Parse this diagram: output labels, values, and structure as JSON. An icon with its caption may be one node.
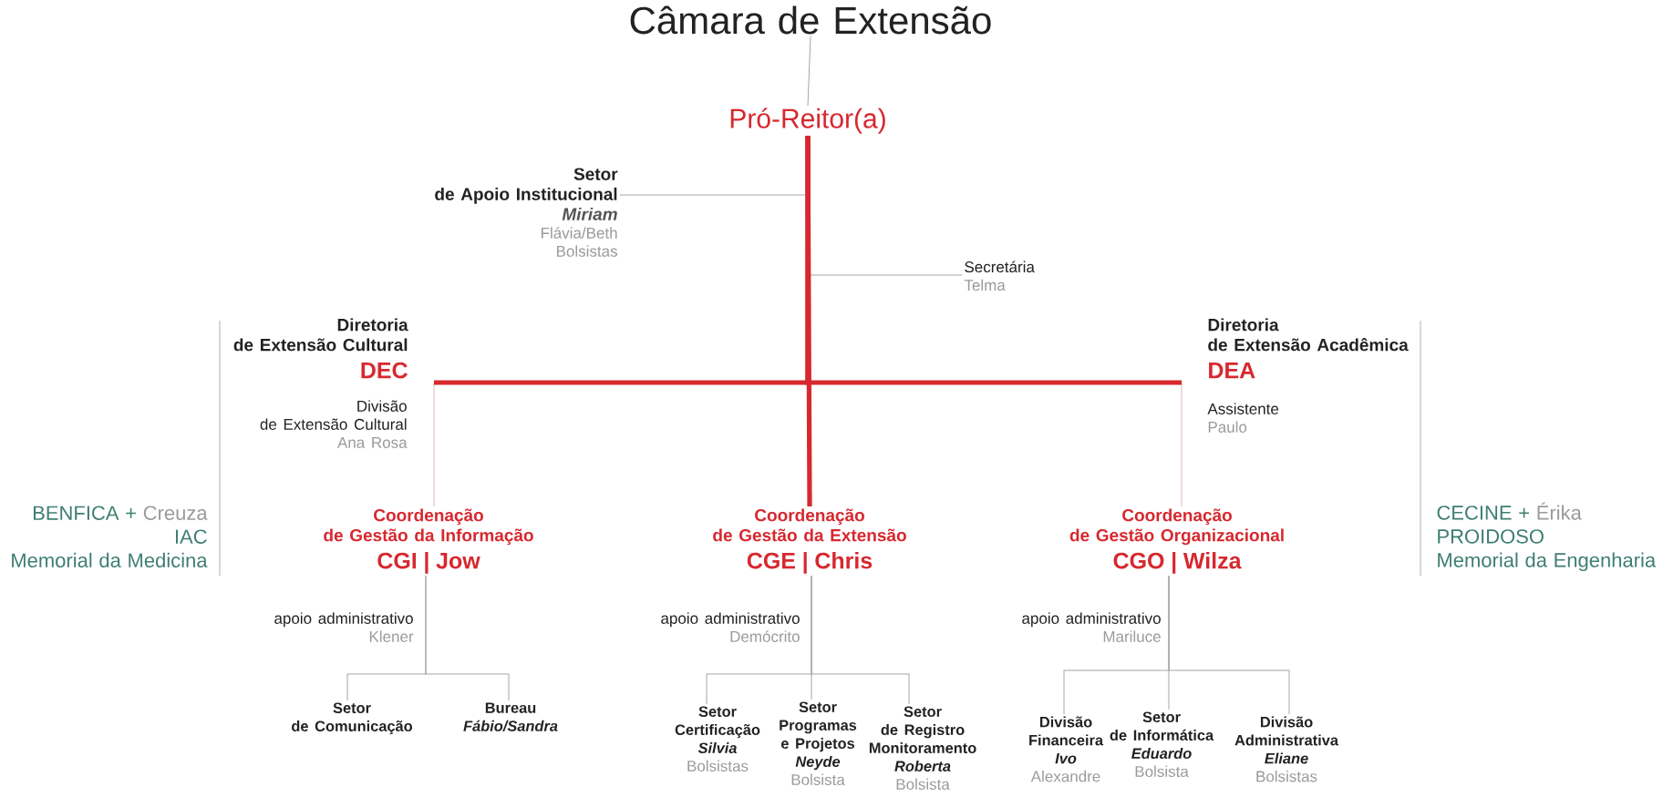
{
  "diagram": {
    "nodes": [
      {
        "text": [
          "Câmara de Extensão"
        ]
      },
      {
        "text": [
          "Pró-Reitor(a)"
        ]
      },
      {
        "text": [
          "Setor de Apoio Institucional",
          "Miriam",
          "Flávia/Beth",
          "Bolsistas"
        ]
      },
      {
        "text": [
          "Secretária",
          "Telma"
        ]
      },
      {
        "text": [
          "Diretoria de Extensão Cultural",
          "DEC"
        ]
      },
      {
        "text": [
          "Diretoria de Extensão Acadêmica",
          "DEA"
        ]
      },
      {
        "text": [
          "Coordenação de Gestão da Informação",
          "CGI | Jow"
        ]
      },
      {
        "text": [
          "Coordenação de Gestão da Extensão",
          "CGE | Chris"
        ]
      },
      {
        "text": [
          "Coordenação de Gestão Organizacional",
          "CGO | Wilza"
        ]
      },
      {
        "text": [
          "Setor de Comunicação"
        ]
      },
      {
        "text": [
          "Bureau",
          "Fábio/Sandra"
        ]
      },
      {
        "text": [
          "Setor Certificação",
          "Silvia",
          "Bolsistas"
        ]
      },
      {
        "text": [
          "Setor Programas e Projetos",
          "Neyde",
          "Bolsista"
        ]
      },
      {
        "text": [
          "Setor de Registro Monitoramento",
          "Roberta",
          "Bolsista"
        ]
      },
      {
        "text": [
          "Divisão Financeira",
          "Ivo",
          "Alexandre"
        ]
      },
      {
        "text": [
          "Setor de Informática",
          "Eduardo",
          "Bolsista"
        ]
      },
      {
        "text": [
          "Divisão Administrativa",
          "Eliane",
          "Bolsistas"
        ]
      }
    ],
    "edges": [
      {
        "from": 0,
        "to": 1,
        "arrow": "none"
      },
      {
        "from": 1,
        "to": 2,
        "arrow": "none"
      },
      {
        "from": 1,
        "to": 3,
        "arrow": "none"
      },
      {
        "from": 1,
        "to": 4,
        "arrow": "none",
        "style": "thick",
        "color": "#d7282f"
      },
      {
        "from": 1,
        "to": 5,
        "arrow": "none",
        "style": "thick",
        "color": "#d7282f"
      },
      {
        "from": 1,
        "to": 7,
        "arrow": "none",
        "style": "thick",
        "color": "#d7282f"
      },
      {
        "from": 4,
        "to": 6,
        "arrow": "none",
        "color": "#dcbcb8"
      },
      {
        "from": 5,
        "to": 8,
        "arrow": "none",
        "color": "#dcbcb8"
      },
      {
        "from": 6,
        "to": 9,
        "arrow": "none"
      },
      {
        "from": 6,
        "to": 10,
        "arrow": "none"
      },
      {
        "from": 7,
        "to": 11,
        "arrow": "none"
      },
      {
        "from": 7,
        "to": 12,
        "arrow": "none"
      },
      {
        "from": 7,
        "to": 13,
        "arrow": "none"
      },
      {
        "from": 8,
        "to": 14,
        "arrow": "none"
      },
      {
        "from": 8,
        "to": 15,
        "arrow": "none"
      },
      {
        "from": 8,
        "to": 16,
        "arrow": "none"
      }
    ],
    "labels": [
      "Divisão de Extensão Cultural",
      "Ana Rosa",
      "Assistente",
      "Paulo",
      "BENFICA +",
      "Creuza",
      "IAC",
      "Memorial da Medicina",
      "CECINE +",
      "Érika",
      "PROIDOSO",
      "Memorial da Engenharia",
      "apoio administrativo",
      "Klener",
      "apoio administrativo",
      "Demócrito",
      "apoio administrativo",
      "Mariluce"
    ]
  }
}
